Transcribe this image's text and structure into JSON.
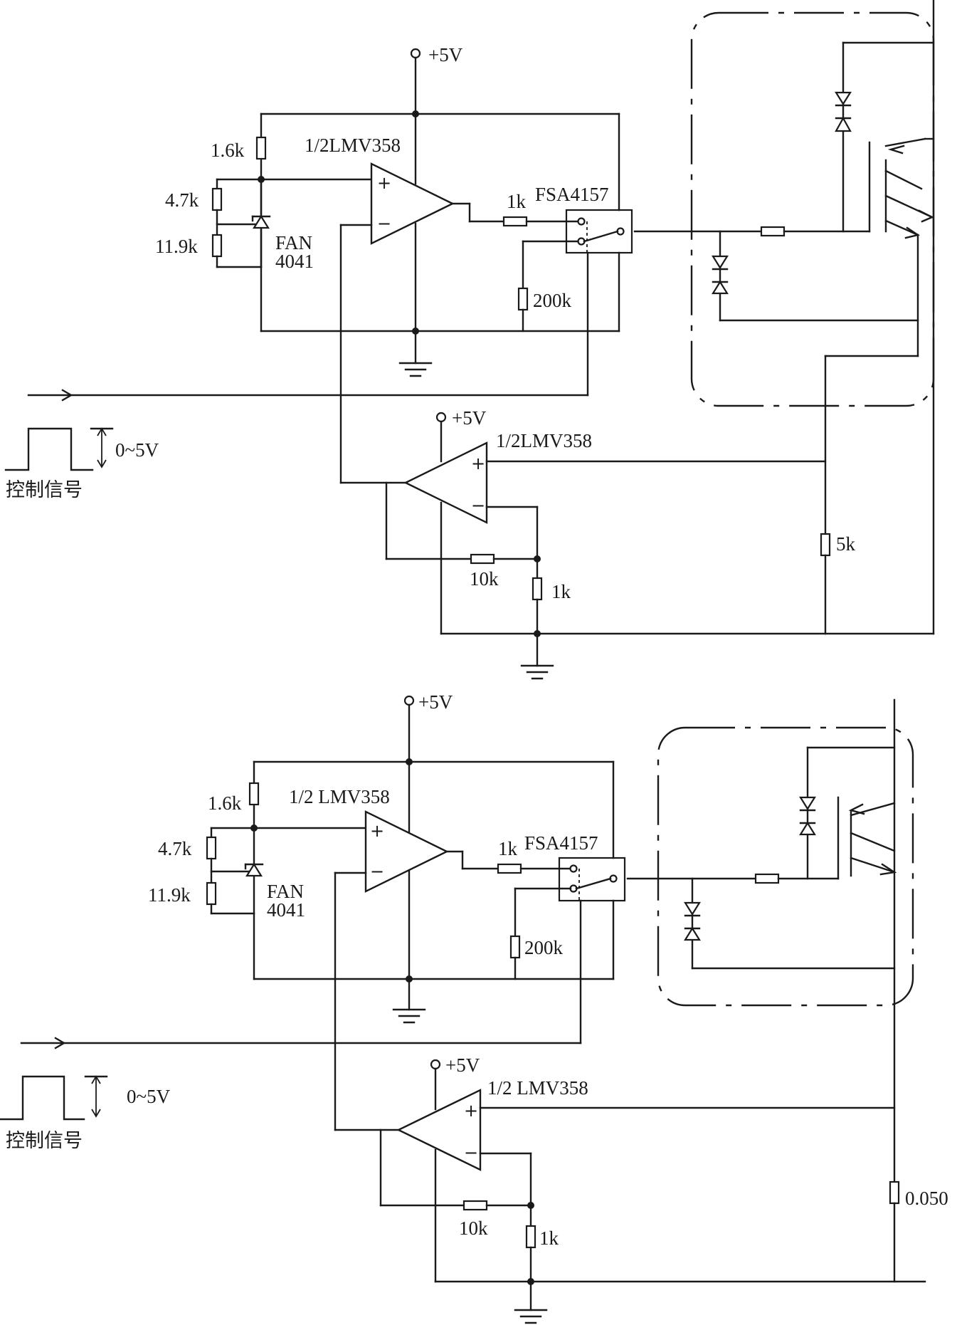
{
  "labels": {
    "vcc": "+5V",
    "opamp": "1/2LMV358",
    "opamp_spaced": "1/2 LMV358",
    "r_1_6k": "1.6k",
    "r_4_7k": "4.7k",
    "r_11_9k": "11.9k",
    "ref_line1": "FAN",
    "ref_line2": "4041",
    "r_1k": "1k",
    "switch": "FSA4157",
    "r_200k": "200k",
    "r_5k": "5k",
    "r_10k": "10k",
    "r_0050": "0.050",
    "signal_range": "0~5V",
    "control_signal": "控制信号",
    "plus": "+",
    "minus": "−"
  }
}
